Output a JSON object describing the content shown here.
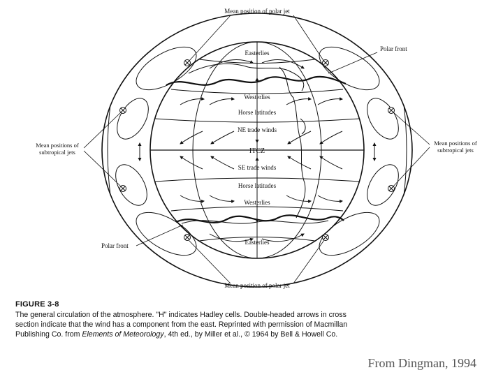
{
  "diagram": {
    "labels": {
      "polar_jet_top": "Mean position of polar jet",
      "polar_jet_bottom": "Mean position of polar jet",
      "polar_front_right": "Polar front",
      "polar_front_left": "Polar front",
      "subtropical_left_1": "Mean positions of",
      "subtropical_left_2": "subtropical jets",
      "subtropical_right_1": "Mean positions of",
      "subtropical_right_2": "subtropical jets",
      "easterlies_n": "Easterlies",
      "westerlies_n": "Westerlies",
      "horse_n": "Horse latitudes",
      "ne_trade": "NE trade winds",
      "itcz": "ITCZ",
      "se_trade": "SE trade winds",
      "horse_s": "Horse latitudes",
      "westerlies_s": "Westerlies",
      "easterlies_s": "Easterlies"
    }
  },
  "caption": {
    "title": "FIGURE 3-8",
    "text_1": "The general circulation of the atmosphere. \"H\" indicates Hadley cells. Double-headed arrows in cross section indicate that the wind has a component from the east. Reprinted with permission of Macmillan Publishing Co. from ",
    "book": "Elements of Meteorology",
    "text_2": ", 4th ed., by Miller et al., © 1964 by Bell & Howell Co."
  },
  "credit": "From Dingman, 1994"
}
